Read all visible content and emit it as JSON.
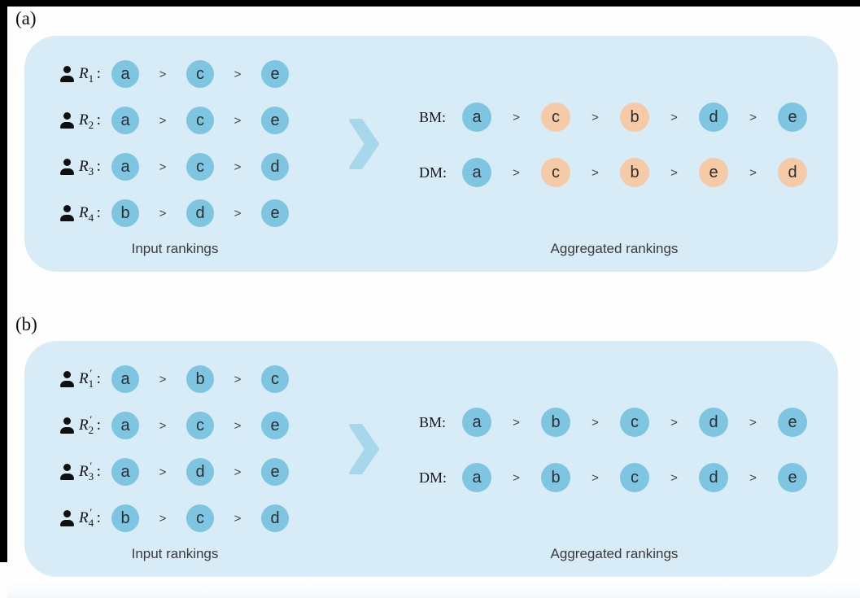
{
  "colors": {
    "blue": "#7ec5e2",
    "orange": "#f6caa7",
    "panel_bg": "#d7ecf6",
    "chevron": "#a6d7ea"
  },
  "icons": {
    "voter": "person-icon",
    "arrow": "chevron-right-icon"
  },
  "panels": [
    {
      "label": "(a)",
      "input_caption": "Input rankings",
      "output_caption": "Aggregated rankings",
      "separator": ">",
      "input_rankings": [
        {
          "voter_base": "R",
          "voter_prime": "",
          "voter_sub": "1",
          "voter_colon": ":",
          "items": [
            {
              "letter": "a",
              "color": "blue"
            },
            {
              "letter": "c",
              "color": "blue"
            },
            {
              "letter": "e",
              "color": "blue"
            }
          ]
        },
        {
          "voter_base": "R",
          "voter_prime": "",
          "voter_sub": "2",
          "voter_colon": ":",
          "items": [
            {
              "letter": "a",
              "color": "blue"
            },
            {
              "letter": "c",
              "color": "blue"
            },
            {
              "letter": "e",
              "color": "blue"
            }
          ]
        },
        {
          "voter_base": "R",
          "voter_prime": "",
          "voter_sub": "3",
          "voter_colon": ":",
          "items": [
            {
              "letter": "a",
              "color": "blue"
            },
            {
              "letter": "c",
              "color": "blue"
            },
            {
              "letter": "d",
              "color": "blue"
            }
          ]
        },
        {
          "voter_base": "R",
          "voter_prime": "",
          "voter_sub": "4",
          "voter_colon": ":",
          "items": [
            {
              "letter": "b",
              "color": "blue"
            },
            {
              "letter": "d",
              "color": "blue"
            },
            {
              "letter": "e",
              "color": "blue"
            }
          ]
        }
      ],
      "aggregated": [
        {
          "method": "BM:",
          "items": [
            {
              "letter": "a",
              "color": "blue"
            },
            {
              "letter": "c",
              "color": "orange"
            },
            {
              "letter": "b",
              "color": "orange"
            },
            {
              "letter": "d",
              "color": "blue"
            },
            {
              "letter": "e",
              "color": "blue"
            }
          ]
        },
        {
          "method": "DM:",
          "items": [
            {
              "letter": "a",
              "color": "blue"
            },
            {
              "letter": "c",
              "color": "orange"
            },
            {
              "letter": "b",
              "color": "orange"
            },
            {
              "letter": "e",
              "color": "orange"
            },
            {
              "letter": "d",
              "color": "orange"
            }
          ]
        }
      ]
    },
    {
      "label": "(b)",
      "input_caption": "Input rankings",
      "output_caption": "Aggregated rankings",
      "separator": ">",
      "input_rankings": [
        {
          "voter_base": "R",
          "voter_prime": "′",
          "voter_sub": "1",
          "voter_colon": ":",
          "items": [
            {
              "letter": "a",
              "color": "blue"
            },
            {
              "letter": "b",
              "color": "blue"
            },
            {
              "letter": "c",
              "color": "blue"
            }
          ]
        },
        {
          "voter_base": "R",
          "voter_prime": "′",
          "voter_sub": "2",
          "voter_colon": ":",
          "items": [
            {
              "letter": "a",
              "color": "blue"
            },
            {
              "letter": "c",
              "color": "blue"
            },
            {
              "letter": "e",
              "color": "blue"
            }
          ]
        },
        {
          "voter_base": "R",
          "voter_prime": "′",
          "voter_sub": "3",
          "voter_colon": ":",
          "items": [
            {
              "letter": "a",
              "color": "blue"
            },
            {
              "letter": "d",
              "color": "blue"
            },
            {
              "letter": "e",
              "color": "blue"
            }
          ]
        },
        {
          "voter_base": "R",
          "voter_prime": "′",
          "voter_sub": "4",
          "voter_colon": ":",
          "items": [
            {
              "letter": "b",
              "color": "blue"
            },
            {
              "letter": "c",
              "color": "blue"
            },
            {
              "letter": "d",
              "color": "blue"
            }
          ]
        }
      ],
      "aggregated": [
        {
          "method": "BM:",
          "items": [
            {
              "letter": "a",
              "color": "blue"
            },
            {
              "letter": "b",
              "color": "blue"
            },
            {
              "letter": "c",
              "color": "blue"
            },
            {
              "letter": "d",
              "color": "blue"
            },
            {
              "letter": "e",
              "color": "blue"
            }
          ]
        },
        {
          "method": "DM:",
          "items": [
            {
              "letter": "a",
              "color": "blue"
            },
            {
              "letter": "b",
              "color": "blue"
            },
            {
              "letter": "c",
              "color": "blue"
            },
            {
              "letter": "d",
              "color": "blue"
            },
            {
              "letter": "e",
              "color": "blue"
            }
          ]
        }
      ]
    }
  ]
}
